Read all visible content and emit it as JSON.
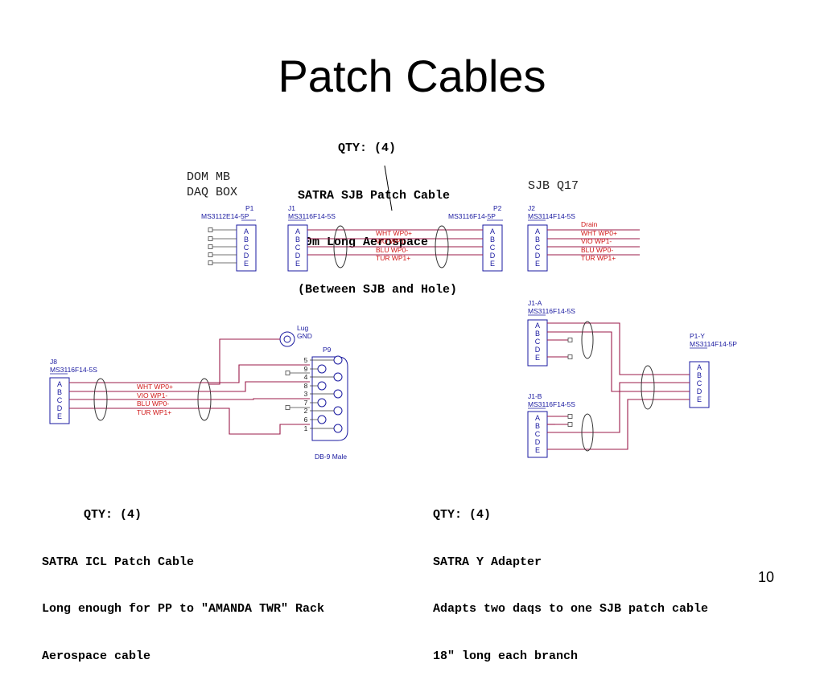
{
  "slide": {
    "title": "Patch Cables",
    "page_number": "10"
  },
  "notes": {
    "sjb_cable": {
      "qty": "QTY: (4)",
      "lines": [
        "SATRA SJB Patch Cable",
        "40m Long Aerospace",
        "(Between SJB and Hole)"
      ]
    },
    "icl_cable": {
      "qty": "QTY: (4)",
      "lines": [
        "SATRA ICL Patch Cable",
        "Long enough for PP to \"AMANDA TWR\" Rack",
        "Aerospace cable"
      ]
    },
    "y_adapter": {
      "qty": "QTY: (4)",
      "lines": [
        "SATRA Y Adapter",
        "Adapts two daqs to one SJB patch cable",
        "18\" long each branch"
      ]
    }
  },
  "labels": {
    "dom_mb": "DOM MB",
    "daq_box": "DAQ BOX",
    "sjb_q17": "SJB Q17"
  },
  "connectors": {
    "p1": {
      "ref": "P1",
      "part": "MS3112E14-5P",
      "pins": [
        "A",
        "B",
        "C",
        "D",
        "E"
      ]
    },
    "j1": {
      "ref": "J1",
      "part": "MS3116F14-5S",
      "pins": [
        "A",
        "B",
        "C",
        "D",
        "E"
      ]
    },
    "p2": {
      "ref": "P2",
      "part": "MS3116F14-5P",
      "pins": [
        "A",
        "B",
        "C",
        "D",
        "E"
      ]
    },
    "j2": {
      "ref": "J2",
      "part": "MS3114F14-5S",
      "pins": [
        "A",
        "B",
        "C",
        "D",
        "E"
      ]
    },
    "j8": {
      "ref": "J8",
      "part": "MS3116F14-5S",
      "pins": [
        "A",
        "B",
        "C",
        "D",
        "E"
      ]
    },
    "p9": {
      "ref": "P9",
      "part": "DB-9 Male",
      "pins": [
        "5",
        "9",
        "4",
        "8",
        "3",
        "7",
        "2",
        "6",
        "1"
      ]
    },
    "lug": {
      "ref": "Lug",
      "part": "GND"
    },
    "j1a": {
      "ref": "J1-A",
      "part": "MS3116F14-5S",
      "pins": [
        "A",
        "B",
        "C",
        "D",
        "E"
      ]
    },
    "j1b": {
      "ref": "J1-B",
      "part": "MS3116F14-5S",
      "pins": [
        "A",
        "B",
        "C",
        "D",
        "E"
      ]
    },
    "p1y": {
      "ref": "P1-Y",
      "part": "MS3114F14-5P",
      "pins": [
        "A",
        "B",
        "C",
        "D",
        "E"
      ]
    }
  },
  "wires": {
    "sjb": [
      "WHT  WP0+",
      "VIO   WP1-",
      "BLU   WP0-",
      "TUR  WP1+"
    ],
    "j2": [
      "Drain",
      "WHT  WP0+",
      "VIO   WP1-",
      "BLU   WP0-",
      "TUR  WP1+"
    ],
    "icl": [
      "WHT  WP0+",
      "VIO   WP1-",
      "BLU   WP0-",
      "TUR  WP1+"
    ]
  },
  "colors": {
    "wire": "#9b1b4a",
    "wire_label": "#d01818",
    "connector": "#1a1aa0"
  }
}
